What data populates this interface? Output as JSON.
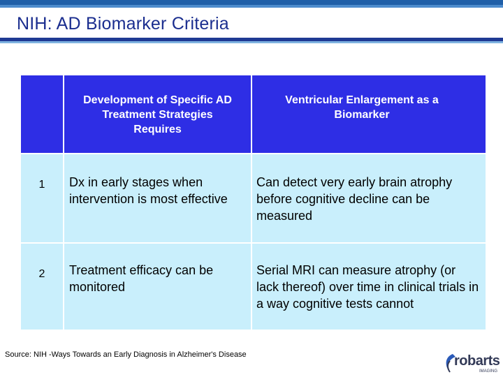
{
  "slide": {
    "title": "NIH: AD Biomarker Criteria",
    "source": "Source: NIH -Ways Towards an Early Diagnosis in Alzheimer's Disease"
  },
  "table": {
    "headers": {
      "num": "",
      "col1": "Development of Specific AD Treatment Strategies Requires",
      "col2": "Ventricular Enlargement as a Biomarker"
    },
    "rows": [
      {
        "num": "1",
        "col1": "Dx in early stages when intervention is most effective",
        "col2": "Can detect very early brain atrophy before cognitive decline can be measured"
      },
      {
        "num": "2",
        "col1": "Treatment efficacy can be monitored",
        "col2": "Serial MRI can measure atrophy (or lack thereof) over time in clinical trials in a way cognitive tests cannot"
      }
    ]
  },
  "logo": {
    "name": "robarts",
    "subtitle": "IMAGING"
  },
  "colors": {
    "header_bg": "#2e2ee5",
    "body_bg": "#c9effc",
    "title": "#1b2e8f",
    "top_stripe": "#1f5fa8"
  }
}
